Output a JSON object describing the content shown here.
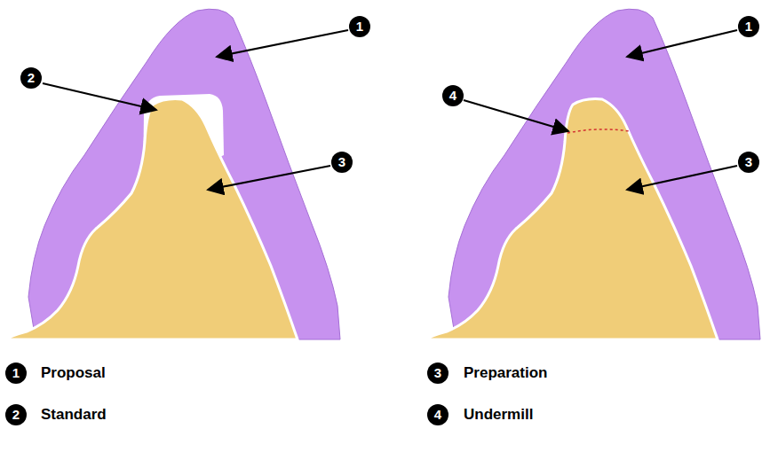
{
  "diagram": {
    "labels": [
      "1",
      "2",
      "3",
      "1",
      "4",
      "3",
      "1",
      "2",
      "3",
      "4"
    ],
    "legend": [
      {
        "text": "Proposal"
      },
      {
        "text": "Standard"
      },
      {
        "text": "Preparation"
      },
      {
        "text": "Undermill"
      }
    ]
  }
}
